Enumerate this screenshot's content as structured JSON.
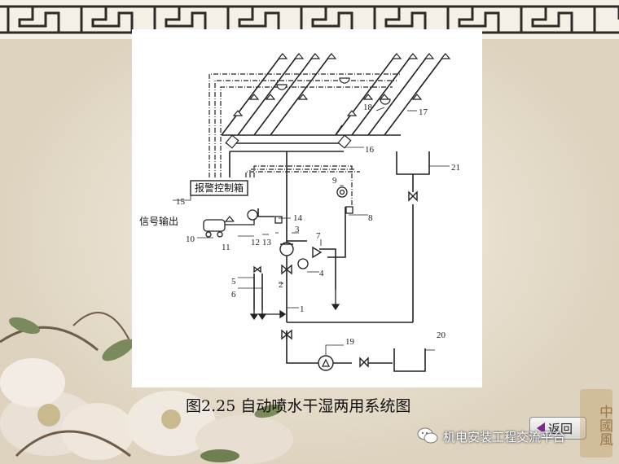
{
  "diagram": {
    "caption": "图2.25  自动喷水干湿两用系统图",
    "alarm_box_label": "报警控制箱",
    "signal_output_label": "信号输出",
    "part_numbers": [
      "1",
      "2",
      "3",
      "4",
      "5",
      "6",
      "7",
      "8",
      "9",
      "10",
      "11",
      "12",
      "13",
      "14",
      "15",
      "16",
      "17",
      "18",
      "19",
      "20",
      "21"
    ]
  },
  "back_button": {
    "label": "返回"
  },
  "watermark": {
    "text": "机电安装工程交流平台"
  },
  "seal": {
    "text": "中國風"
  },
  "colors": {
    "line": "#222222",
    "panel": "#ffffff",
    "background": "#ece8dc",
    "accent": "#7a2a8a"
  }
}
